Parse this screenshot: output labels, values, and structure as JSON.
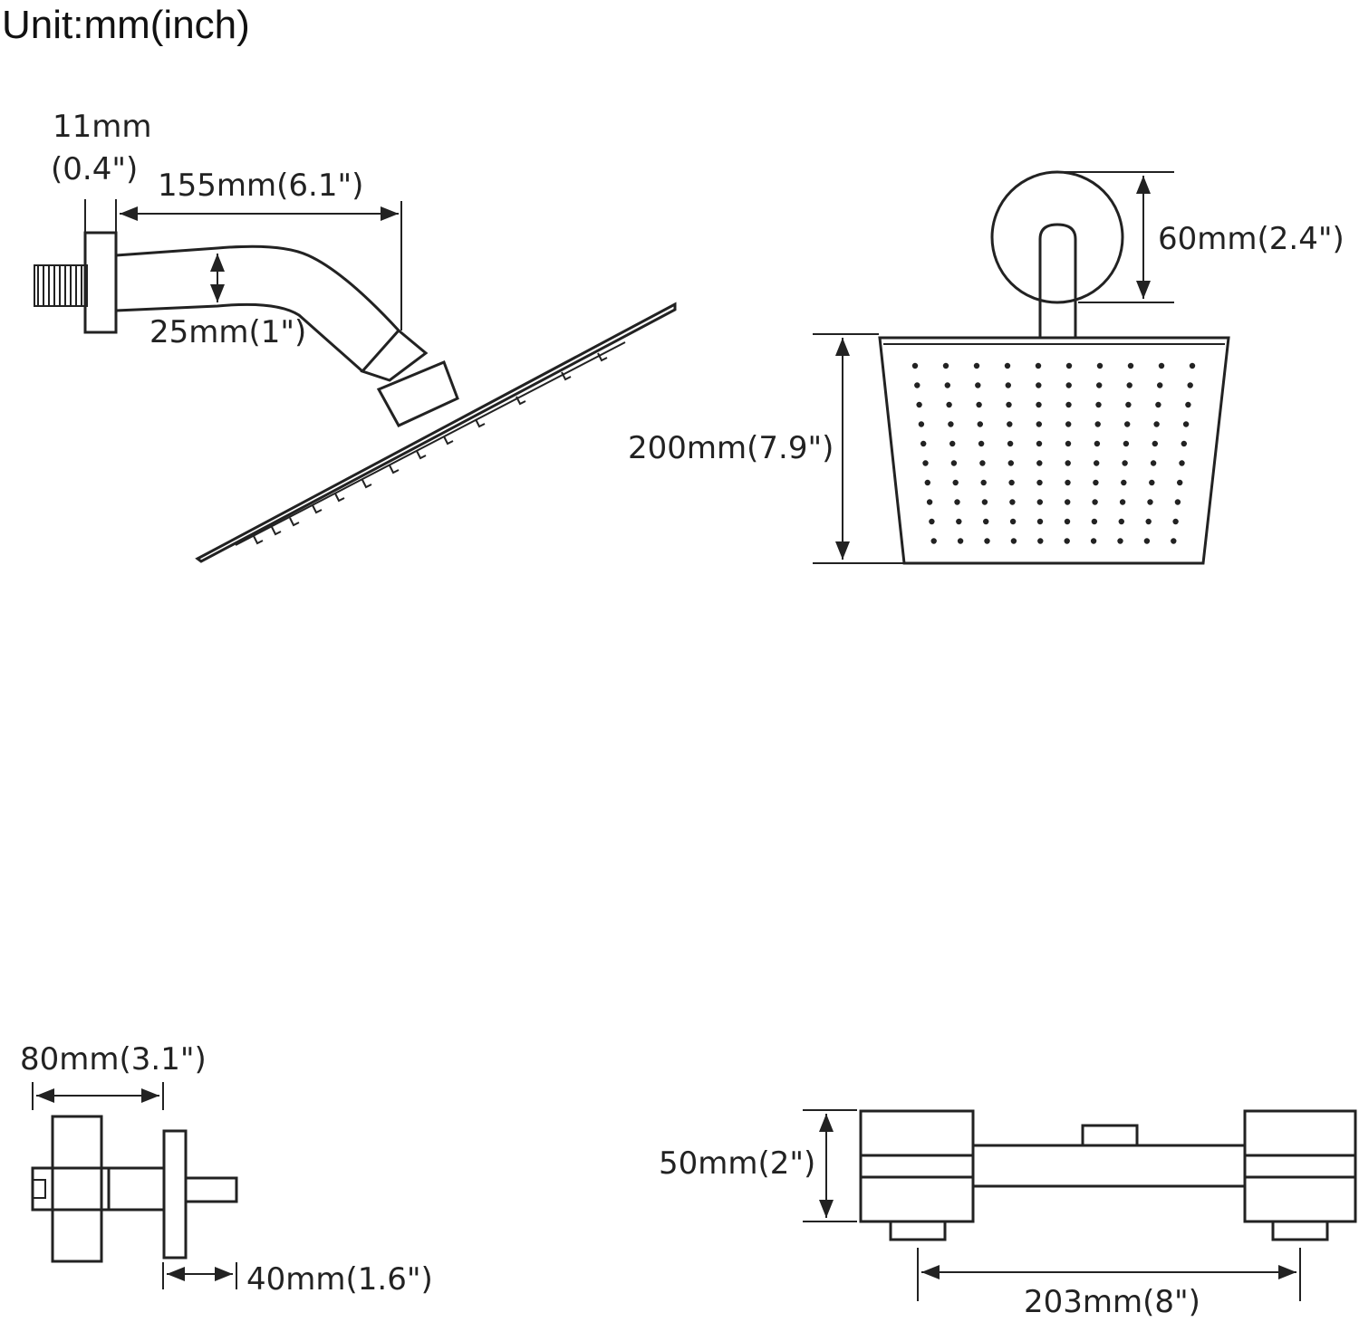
{
  "unit_label": "Unit:mm(inch)",
  "side_view": {
    "arm_wall_mm": "11mm",
    "arm_wall_in": "(0.4\")",
    "arm_length": "155mm(6.1\")",
    "arm_diameter": "25mm(1\")"
  },
  "front_view": {
    "flange_height": "60mm(2.4\")",
    "head_height": "200mm(7.9\")"
  },
  "handle_view": {
    "handle_width": "80mm(3.1\")",
    "handle_depth": "40mm(1.6\")"
  },
  "valve_view": {
    "valve_height": "50mm(2\")",
    "center_distance": "203mm(8\")"
  },
  "colors": {
    "line": "#222222",
    "background": "#ffffff"
  }
}
